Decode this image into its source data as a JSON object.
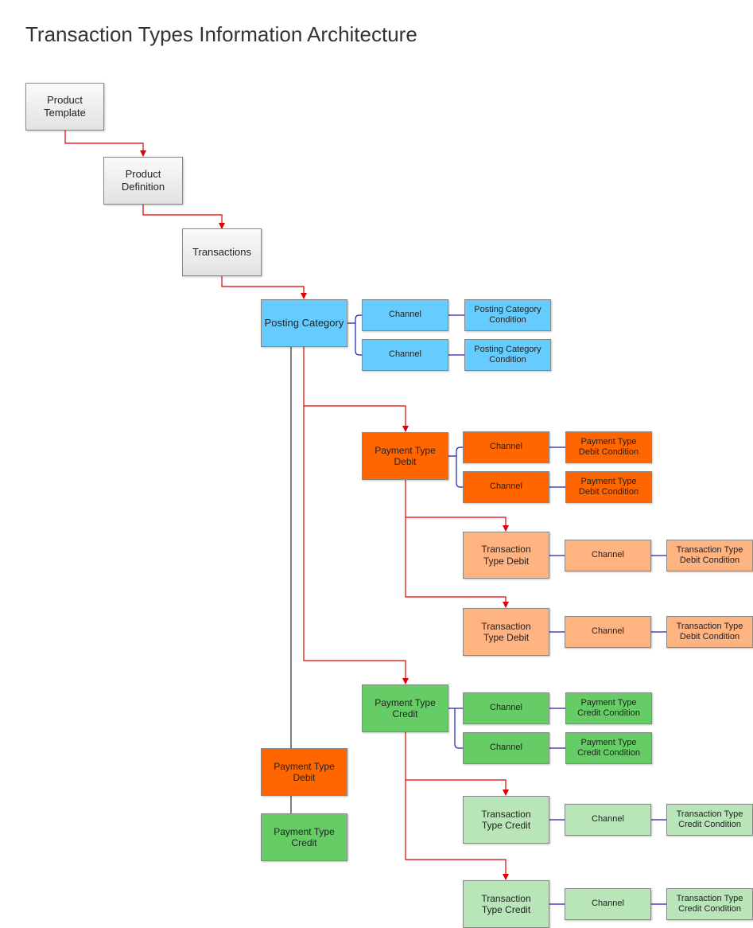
{
  "title": "Transaction Types Information Architecture",
  "colors": {
    "grey": "#e2e2e2",
    "posting_blue": "#66ccff",
    "debit_orange": "#ff6600",
    "debit_light": "#ffb380",
    "credit_green": "#66cc66",
    "credit_light": "#b8e6b8",
    "flow_arrow": "#e00000",
    "channel_link": "#1f1fb5",
    "legend_line": "#000000"
  },
  "nodes": {
    "product_template": "Product\nTemplate",
    "product_definition": "Product\nDefinition",
    "transactions": "Transactions",
    "posting_category": "Posting Category",
    "pc_channel_1": "Channel",
    "pc_condition_1": "Posting Category\nCondition",
    "pc_channel_2": "Channel",
    "pc_condition_2": "Posting Category\nCondition",
    "payment_type_debit": "Payment Type\nDebit",
    "ptd_channel_1": "Channel",
    "ptd_condition_1": "Payment Type\nDebit Condition",
    "ptd_channel_2": "Channel",
    "ptd_condition_2": "Payment Type\nDebit Condition",
    "tt_debit_1": "Transaction\nType Debit",
    "ttd_channel_1": "Channel",
    "ttd_condition_1": "Transaction Type\nDebit Condition",
    "tt_debit_2": "Transaction\nType Debit",
    "ttd_channel_2": "Channel",
    "ttd_condition_2": "Transaction Type\nDebit Condition",
    "payment_type_credit": "Payment Type\nCredit",
    "ptc_channel_1": "Channel",
    "ptc_condition_1": "Payment Type\nCredit Condition",
    "ptc_channel_2": "Channel",
    "ptc_condition_2": "Payment Type\nCredit Condition",
    "tt_credit_1": "Transaction\nType Credit",
    "ttc_channel_1": "Channel",
    "ttc_condition_1": "Transaction Type\nCredit Condition",
    "tt_credit_2": "Transaction\nType Credit",
    "ttc_channel_2": "Channel",
    "ttc_condition_2": "Transaction Type\nCredit Condition",
    "legend_debit": "Payment Type\nDebit",
    "legend_credit": "Payment Type\nCredit"
  }
}
